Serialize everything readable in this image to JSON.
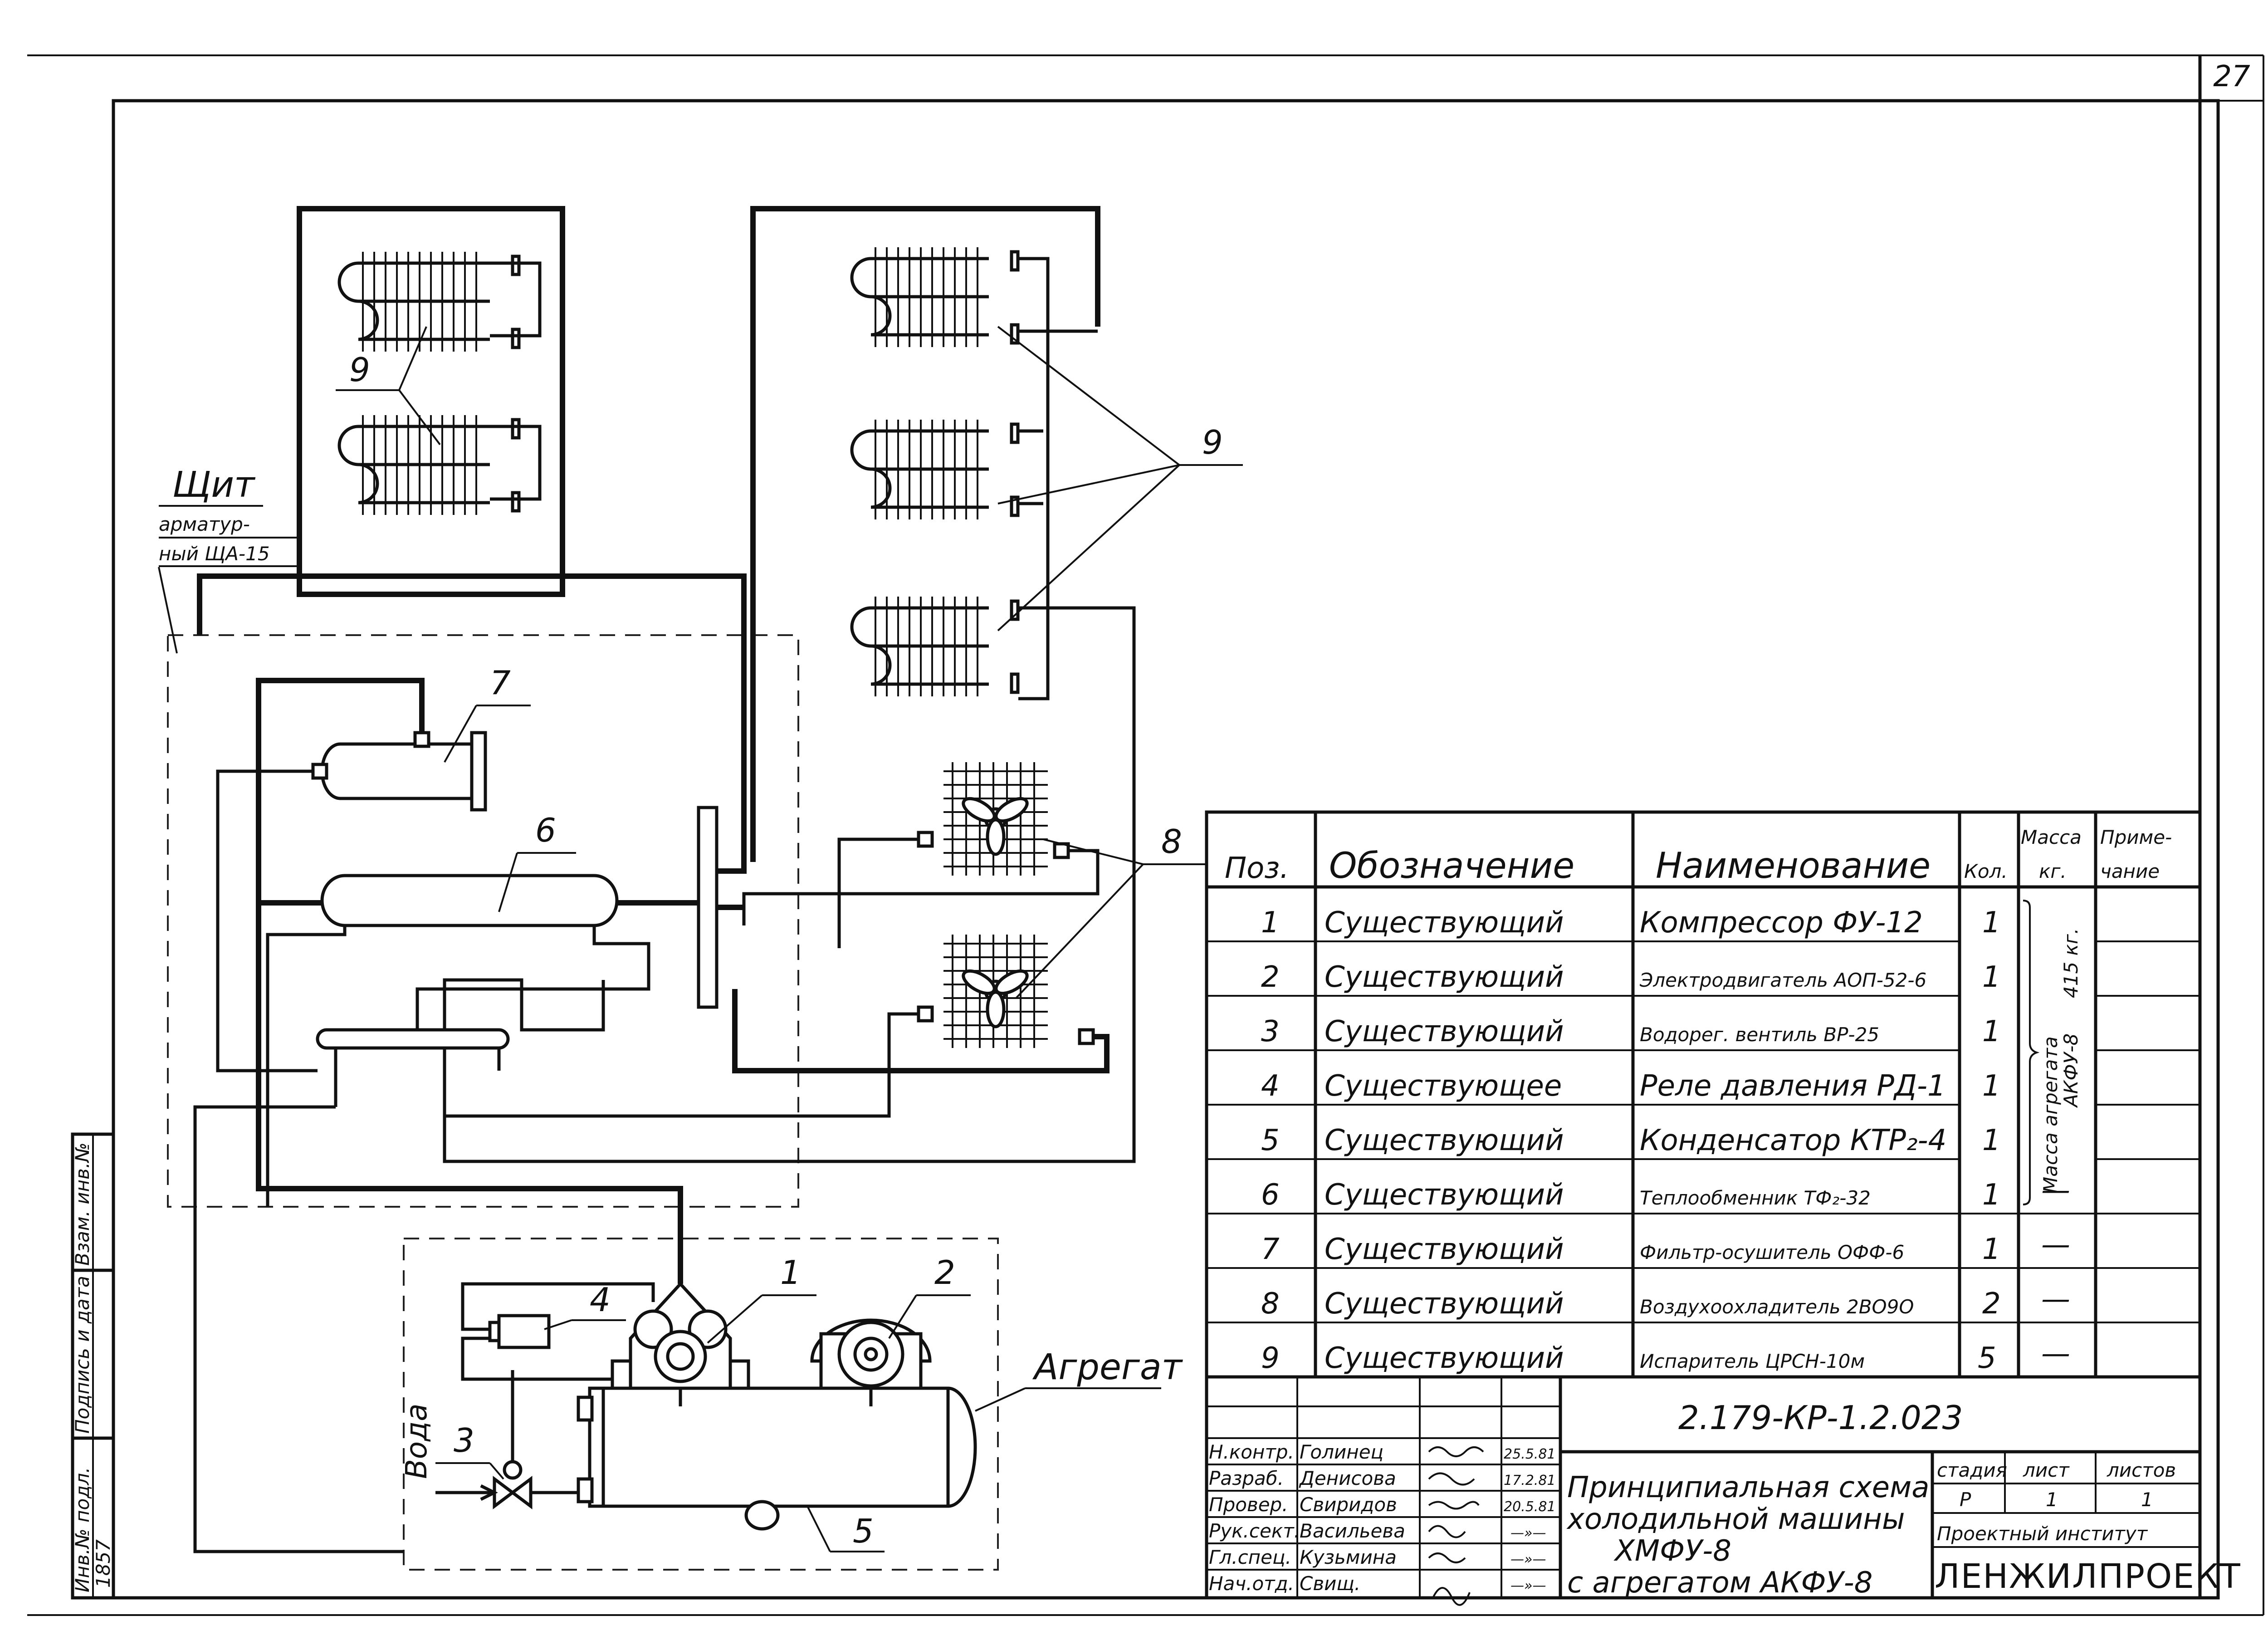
{
  "page_number": "27",
  "labels": {
    "panel_name": [
      "Щит",
      "арматур-",
      "ный ЩА-15"
    ],
    "unit": "Агрегат",
    "water": "Вода",
    "pos1": "1",
    "pos2": "2",
    "pos3": "3",
    "pos4": "4",
    "pos5": "5",
    "pos6": "6",
    "pos7": "7",
    "pos8": "8",
    "pos9_left": "9",
    "pos9_right": "9"
  },
  "table": {
    "headers": {
      "pos": "Поз.",
      "designation": "Обозначение",
      "name": "Наименование",
      "qty": "Кол.",
      "mass": [
        "Масса",
        "кг."
      ],
      "note": [
        "Приме-",
        "чание"
      ]
    },
    "rows": [
      {
        "pos": "1",
        "designation": "Существующий",
        "name": "Компрессор ФУ-12",
        "qty": "1",
        "mass": ""
      },
      {
        "pos": "2",
        "designation": "Существующий",
        "name": "Электродвигатель АОП-52-6",
        "qty": "1",
        "mass": ""
      },
      {
        "pos": "3",
        "designation": "Существующий",
        "name": "Водорег. вентиль ВР-25",
        "qty": "1",
        "mass": ""
      },
      {
        "pos": "4",
        "designation": "Существующее",
        "name": "Реле давления РД-1",
        "qty": "1",
        "mass": ""
      },
      {
        "pos": "5",
        "designation": "Существующий",
        "name": "Конденсатор КТР₂-4",
        "qty": "1",
        "mass": ""
      },
      {
        "pos": "6",
        "designation": "Существующий",
        "name": "Теплообменник ТФ₂-32",
        "qty": "1",
        "mass": "—"
      },
      {
        "pos": "7",
        "designation": "Существующий",
        "name": "Фильтр-осушитель ОФФ-6",
        "qty": "1",
        "mass": "—"
      },
      {
        "pos": "8",
        "designation": "Существующий",
        "name": "Воздухоохладитель 2ВО9О",
        "qty": "2",
        "mass": "—"
      },
      {
        "pos": "9",
        "designation": "Существующий",
        "name": "Испаритель ЦРСН-10м",
        "qty": "5",
        "mass": "—"
      }
    ],
    "mass_group_note": [
      "Масса агрегата",
      "АКФУ-8",
      "415 кг."
    ]
  },
  "title_block": {
    "doc_code": "2.179-КР-1.2.023",
    "title": [
      "Принципиальная схема",
      "холодильной машины",
      "ХМФУ-8",
      "с агрегатом АКФУ-8"
    ],
    "stage_label": "стадия",
    "sheet_label": "лист",
    "sheets_label": "листов",
    "stage": "Р",
    "sheet": "1",
    "sheets": "1",
    "institute": "Проектный институт",
    "org": "ЛЕНЖИЛПРОЕКТ",
    "roles": [
      {
        "role": "Н.контр.",
        "name": "Голинец",
        "date": "25.5.81"
      },
      {
        "role": "Разраб.",
        "name": "Денисова",
        "date": "17.2.81"
      },
      {
        "role": "Провер.",
        "name": "Свиридов",
        "date": "20.5.81"
      },
      {
        "role": "Рук.сект.",
        "name": "Васильева",
        "date": "—»—"
      },
      {
        "role": "Гл.спец.",
        "name": "Кузьмина",
        "date": "—»—"
      },
      {
        "role": "Нач.отд.",
        "name": "Свищ.",
        "date": "—»—"
      }
    ]
  },
  "side_stamp": {
    "cells": [
      "Инв.№ подл.",
      "Подпись и дата",
      "Взам. инв.№"
    ],
    "inv_number": "1857"
  }
}
